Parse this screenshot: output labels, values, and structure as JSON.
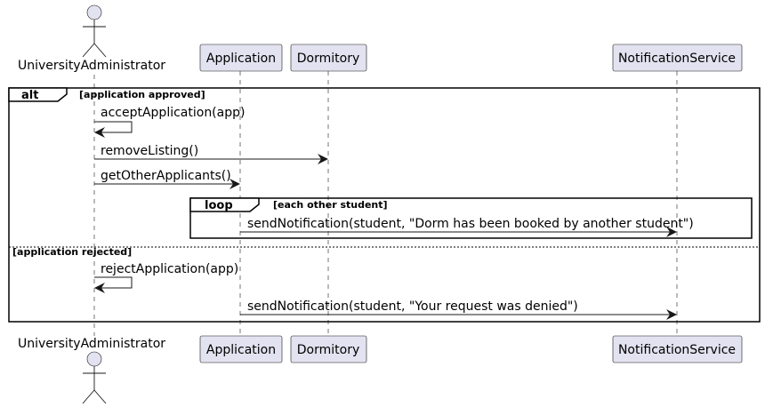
{
  "participants": {
    "admin": "UniversityAdministrator",
    "application": "Application",
    "dormitory": "Dormitory",
    "notification": "NotificationService"
  },
  "fragments": {
    "alt_keyword": "alt",
    "alt_condition": "[application approved]",
    "else_condition": "[application rejected]",
    "loop_keyword": "loop",
    "loop_condition": "[each other student]"
  },
  "messages": {
    "accept": "acceptApplication(app)",
    "remove_listing": "removeListing()",
    "get_others": "getOtherApplicants()",
    "notify_booked": "sendNotification(student, \"Dorm has been booked by another student\")",
    "reject": "rejectApplication(app)",
    "notify_denied": "sendNotification(student, \"Your request was denied\")"
  }
}
